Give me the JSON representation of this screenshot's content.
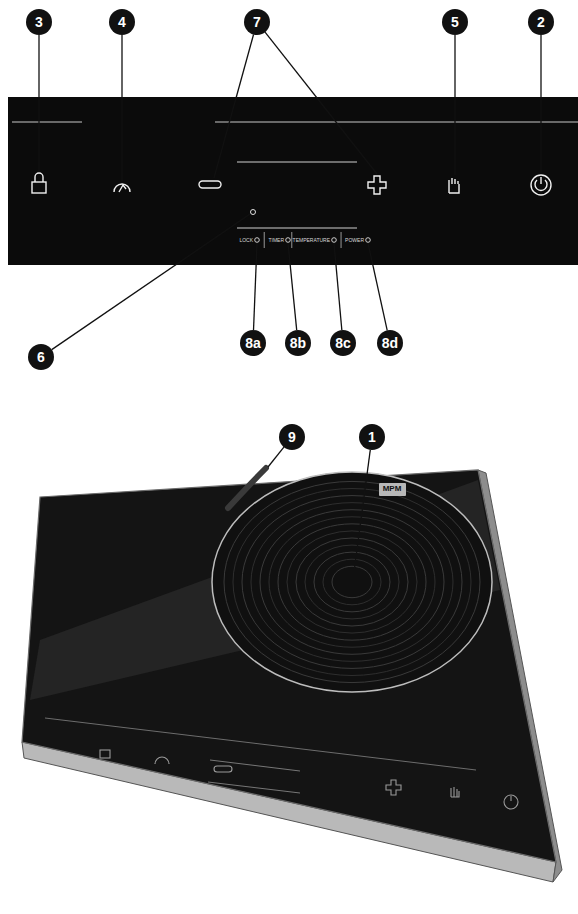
{
  "diagram": {
    "nodes": [
      {
        "text": [
          "3"
        ]
      },
      {
        "text": [
          "4"
        ]
      },
      {
        "text": [
          "7"
        ]
      },
      {
        "text": [
          "5"
        ]
      },
      {
        "text": [
          "2"
        ]
      },
      {
        "text": [
          "6"
        ]
      },
      {
        "text": [
          "8a"
        ]
      },
      {
        "text": [
          "8b"
        ]
      },
      {
        "text": [
          "8c"
        ]
      },
      {
        "text": [
          "8d"
        ]
      },
      {
        "text": [
          "9"
        ]
      },
      {
        "text": [
          "1"
        ]
      },
      {
        "text": [
          "MPM"
        ]
      }
    ],
    "labels": [
      "LOCK",
      "TIMER",
      "TEMPERATURE",
      "POWER"
    ]
  }
}
